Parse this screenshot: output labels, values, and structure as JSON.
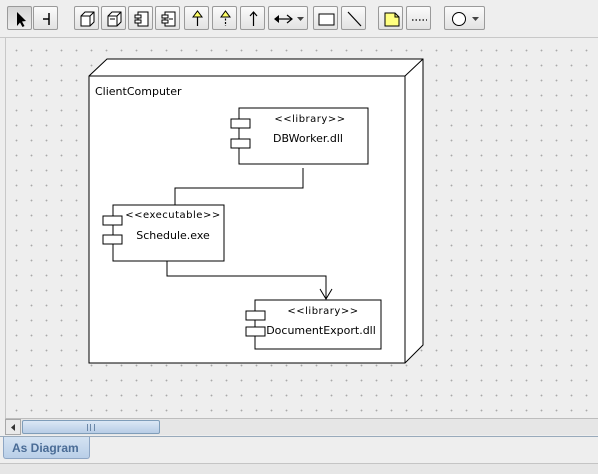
{
  "toolbar": {
    "tools": [
      {
        "name": "select-tool-icon"
      },
      {
        "name": "port-tool-icon"
      },
      {
        "name": "node-tool-icon"
      },
      {
        "name": "node-instance-tool-icon"
      },
      {
        "name": "component-tool-icon"
      },
      {
        "name": "component-instance-tool-icon"
      },
      {
        "name": "dependency-tool-icon"
      },
      {
        "name": "realization-tool-icon"
      },
      {
        "name": "association-tool-icon"
      },
      {
        "name": "bidirectional-association-dropdown-icon"
      },
      {
        "name": "rectangle-tool-icon"
      },
      {
        "name": "line-tool-icon"
      },
      {
        "name": "note-tool-icon"
      },
      {
        "name": "note-link-tool-icon"
      },
      {
        "name": "ellipse-dropdown-icon"
      }
    ]
  },
  "diagram": {
    "node": {
      "name": "ClientComputer"
    },
    "components": [
      {
        "id": "dbworker",
        "stereotype": "<<library>>",
        "name": "DBWorker.dll"
      },
      {
        "id": "schedule",
        "stereotype": "<<executable>>",
        "name": "Schedule.exe"
      },
      {
        "id": "docexport",
        "stereotype": "<<library>>",
        "name": "DocumentExport.dll"
      }
    ]
  },
  "tabs": [
    {
      "label": "As Diagram"
    }
  ],
  "colors": {
    "note_yellow": "#ffff80",
    "tab_text": "#4a6c96",
    "canvas_bg": "#eeeeee"
  }
}
